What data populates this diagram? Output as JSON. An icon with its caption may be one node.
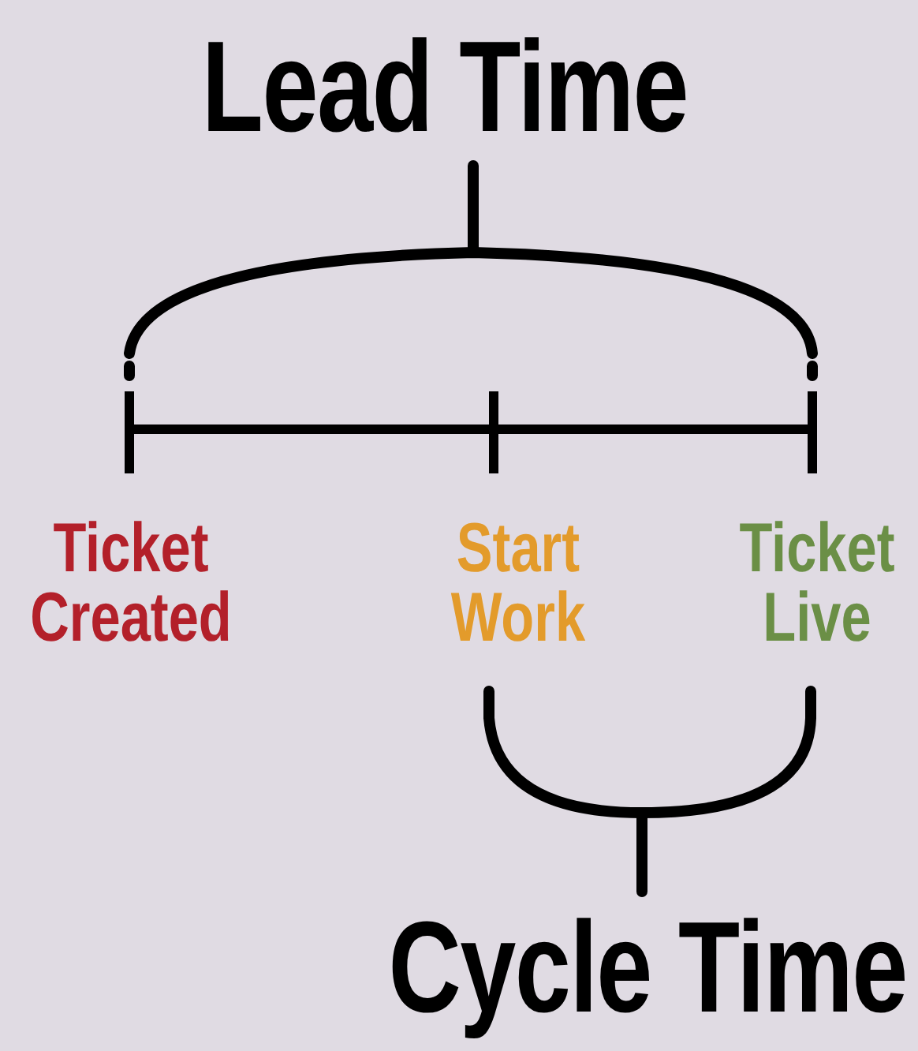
{
  "diagram": {
    "labels": [
      "Lead Time",
      "Ticket Created",
      "Start Work",
      "Ticket Live",
      "Cycle Time"
    ]
  }
}
